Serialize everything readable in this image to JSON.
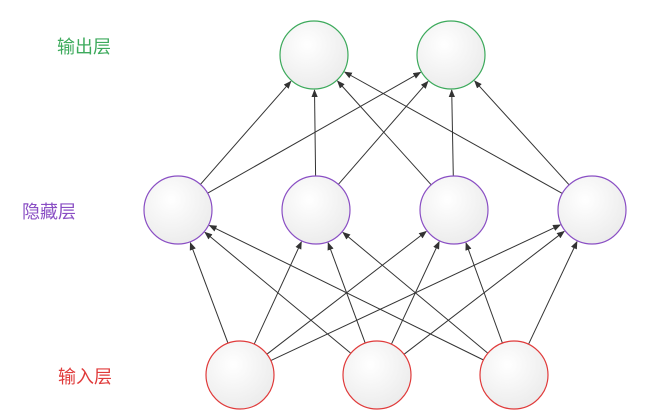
{
  "labels": {
    "output": "输出层",
    "hidden": "隐藏层",
    "input": "输入层"
  },
  "colors": {
    "output": "#3daa5c",
    "hidden": "#8a4fc4",
    "input": "#e03b3b",
    "arrow": "#333333",
    "node_fill": "#f6f6f6"
  },
  "layers": [
    {
      "name": "input",
      "count": 3
    },
    {
      "name": "hidden",
      "count": 4
    },
    {
      "name": "output",
      "count": 2
    }
  ]
}
